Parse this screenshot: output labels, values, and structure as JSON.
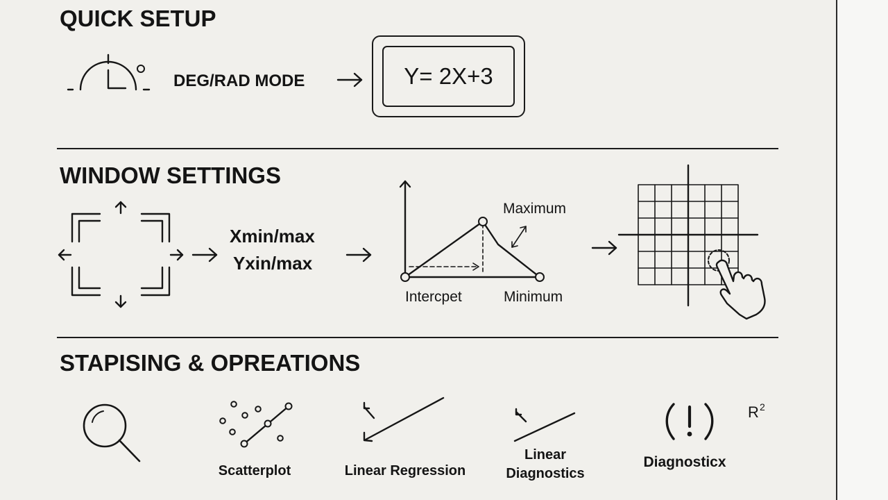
{
  "sections": [
    {
      "title": "QUICK SETUP"
    },
    {
      "title": "WINDOW SETTINGS"
    },
    {
      "title": "STAPISING & OPREATIONS"
    }
  ],
  "quick_setup": {
    "mode_label": "DEG/RAD MODE",
    "formula": "Y= 2X+3"
  },
  "window_settings": {
    "range_x": "Xmin/max",
    "range_y": "Yxin/max",
    "graph_max_label": "Maximum",
    "graph_intercept_label": "Intercpet",
    "graph_min_label": "Minimum"
  },
  "operations": {
    "items": [
      {
        "label": "Scatterplot",
        "icon": "scatterplot-icon"
      },
      {
        "label": "Linear Regression",
        "icon": "regression-line-icon"
      },
      {
        "label_line1": "Linear",
        "label_line2": "Diagnostics",
        "icon": "diagnostics-line-icon"
      },
      {
        "label": "Diagnosticx",
        "icon": "exclamation-icon"
      }
    ],
    "r_squared": {
      "base": "R",
      "exponent": "2"
    }
  },
  "colors": {
    "background": "#f1f0ec",
    "ink": "#141414"
  }
}
